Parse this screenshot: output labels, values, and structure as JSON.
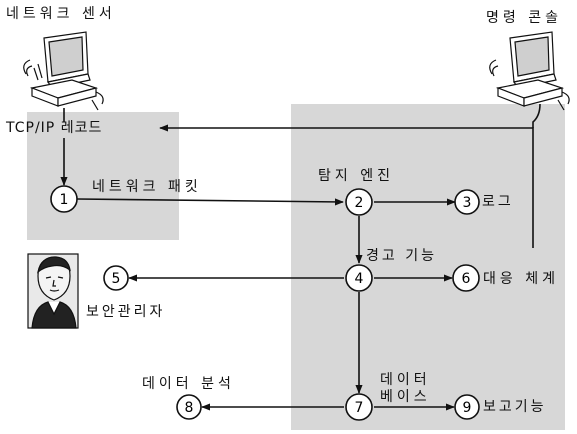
{
  "labels": {
    "network_sensor": "네트워크 센서",
    "command_console": "명령 콘솔",
    "tcpip_record": "TCP/IP 레코드",
    "network_packet": "네트워크 패킷",
    "detection_engine": "탐지 엔진",
    "log": "로그",
    "alert_function": "경고 기능",
    "response_system": "대응 체계",
    "security_admin": "보안관리자",
    "data_analysis": "데이터 분석",
    "database_line1": "데이터",
    "database_line2": "베이스",
    "report_function": "보고기능"
  },
  "nodes": {
    "n1": "1",
    "n2": "2",
    "n3": "3",
    "n4": "4",
    "n5": "5",
    "n6": "6",
    "n7": "7",
    "n8": "8",
    "n9": "9"
  },
  "colors": {
    "panel": "#d7d7d7",
    "stroke": "#111111",
    "background": "#ffffff"
  },
  "icons": {
    "sensor": "computer-workstation-icon",
    "console": "computer-workstation-icon",
    "admin": "administrator-portrait-icon"
  }
}
